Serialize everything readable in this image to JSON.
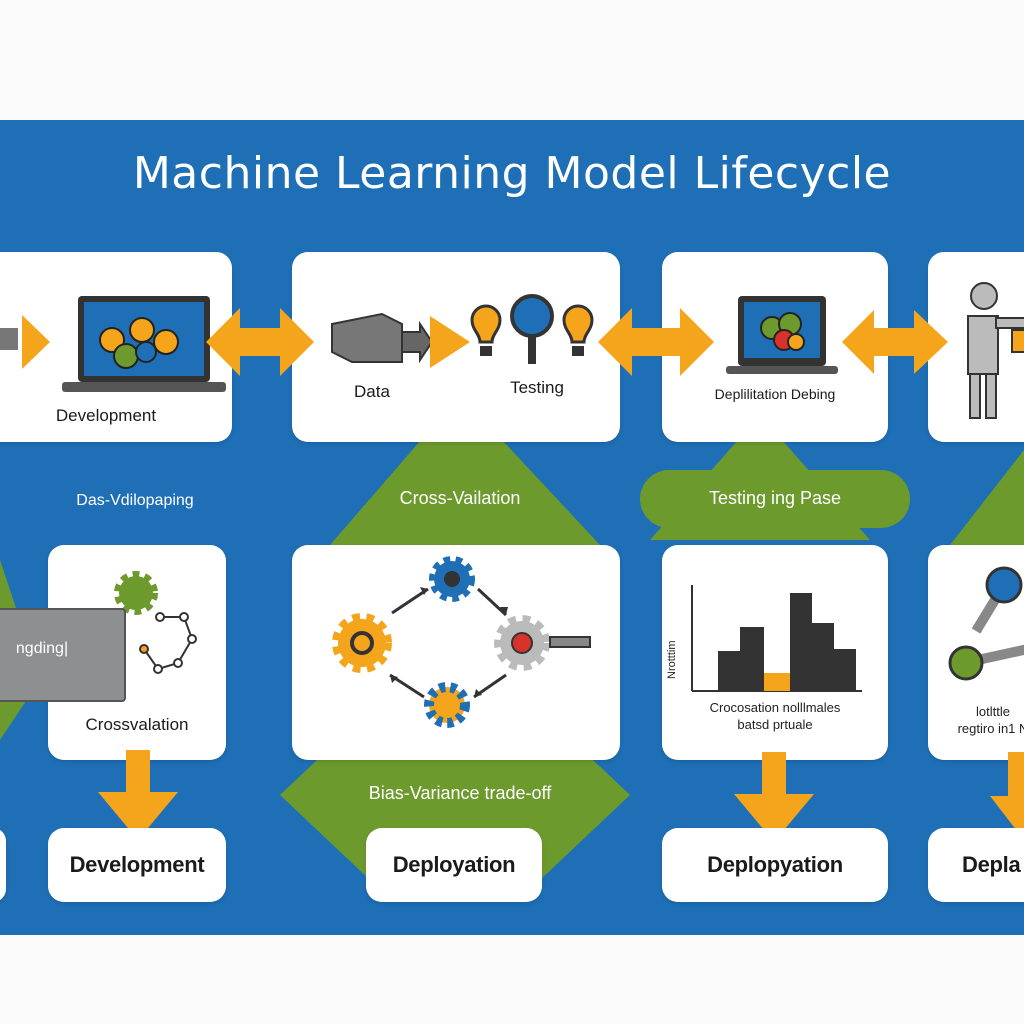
{
  "title": "Machine Learning Model Lifecycle",
  "top_row": {
    "card1_label": "Development",
    "card2_label_left": "Data",
    "card2_label_right": "Testing",
    "card3_label": "Deplilitation Debing"
  },
  "middle_labels": {
    "left": "Das-Vdilopaping",
    "triangle": "Cross-Vailation",
    "pill": "Testing ing Pase"
  },
  "middle_row": {
    "card1_box_text": "ngding|",
    "card1_label": "Crossvalation",
    "chart_ylabel": "Nrotttim",
    "chart_caption_line1": "Crocosation nolllmales",
    "chart_caption_line2": "batsd prtuale",
    "card4_line1": "lotlttle",
    "card4_line2": "regtiro in1 N"
  },
  "banner": "Bias-Variance trade-off",
  "bottom_row": {
    "card1": "Development",
    "card2": "Deployation",
    "card3": "Deplopyation",
    "card4": "Depla"
  },
  "colors": {
    "background": "#1f6fb6",
    "accent_orange": "#f4a51c",
    "accent_green": "#6d9a2d",
    "card": "#ffffff"
  }
}
